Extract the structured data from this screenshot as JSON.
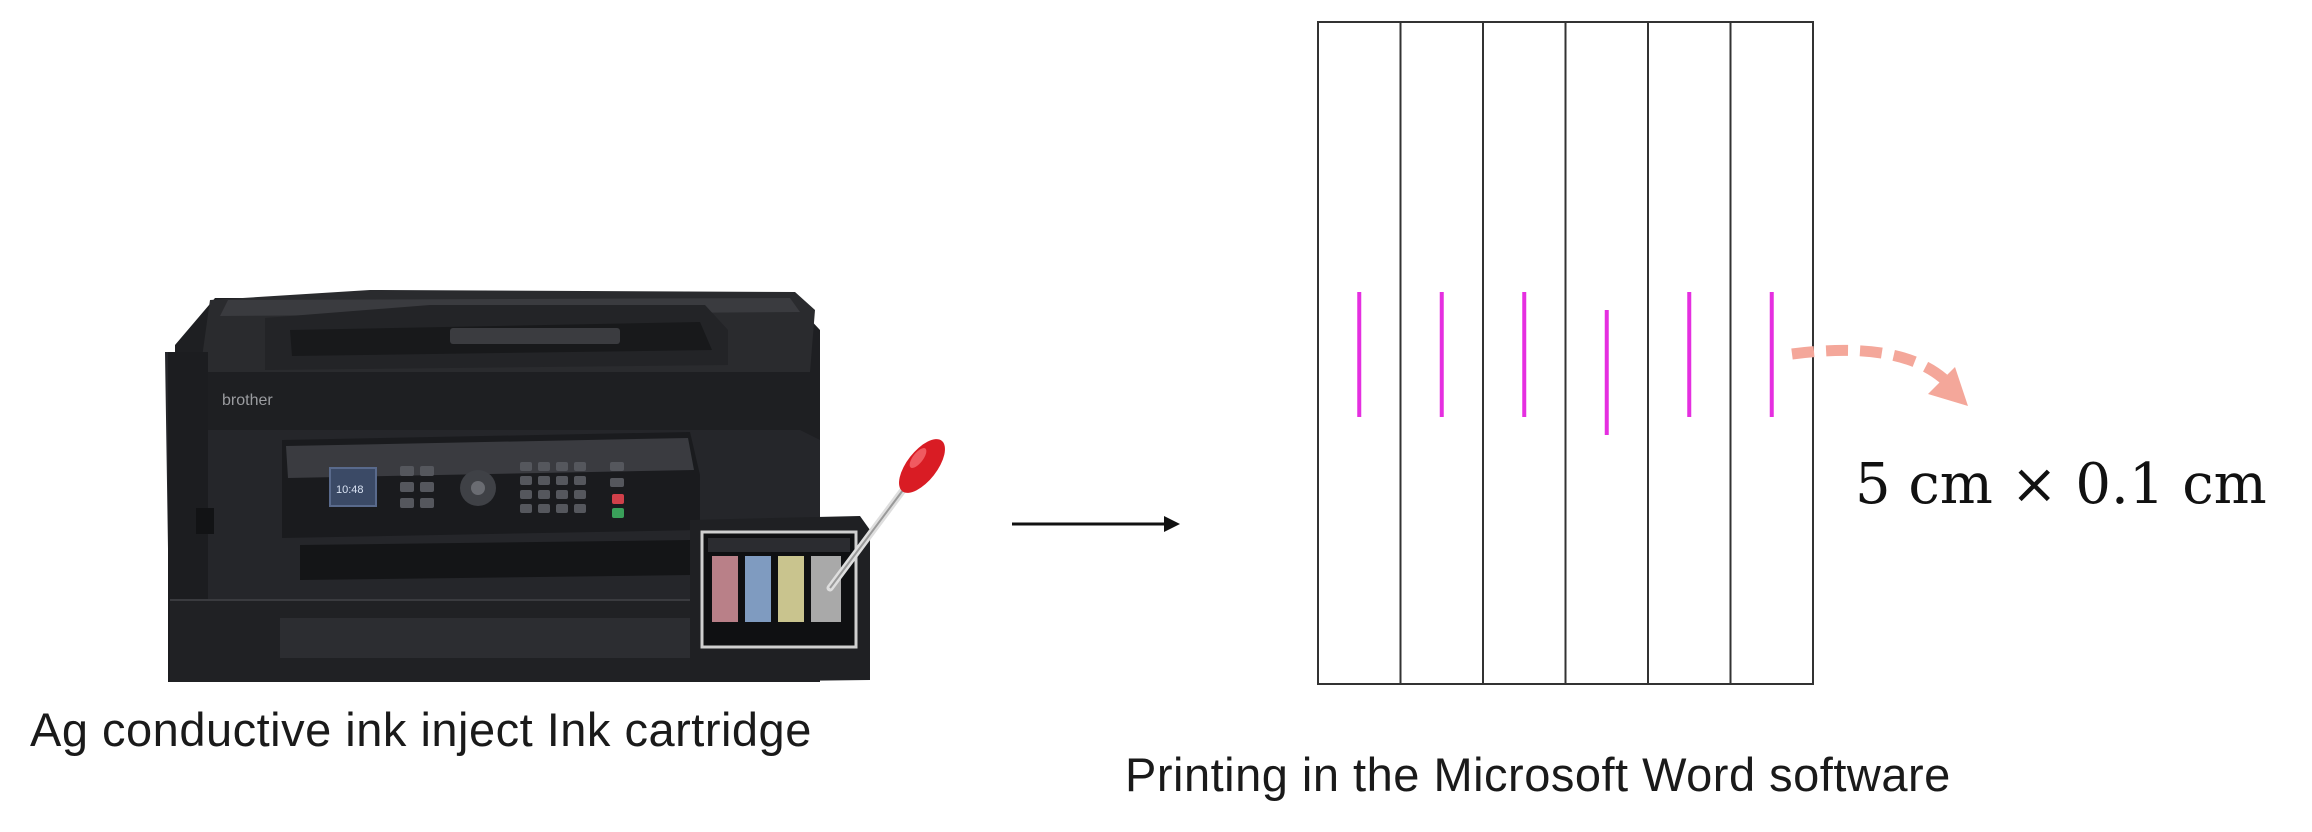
{
  "left_panel": {
    "caption": "Ag conductive ink inject Ink cartridge",
    "printer_brand": "brother",
    "printer_screen_text": "10:48",
    "ink_tank_colors": [
      "#b98088",
      "#7f9bc0",
      "#c9c48e",
      "#a9a9a9"
    ]
  },
  "right_panel": {
    "caption": "Printing in the Microsoft Word software",
    "dimension_label": "5 cm × 0.1 cm",
    "strip_count": 6,
    "line_color": "#e52fe0",
    "dashed_arrow_color": "#f4a79a"
  }
}
